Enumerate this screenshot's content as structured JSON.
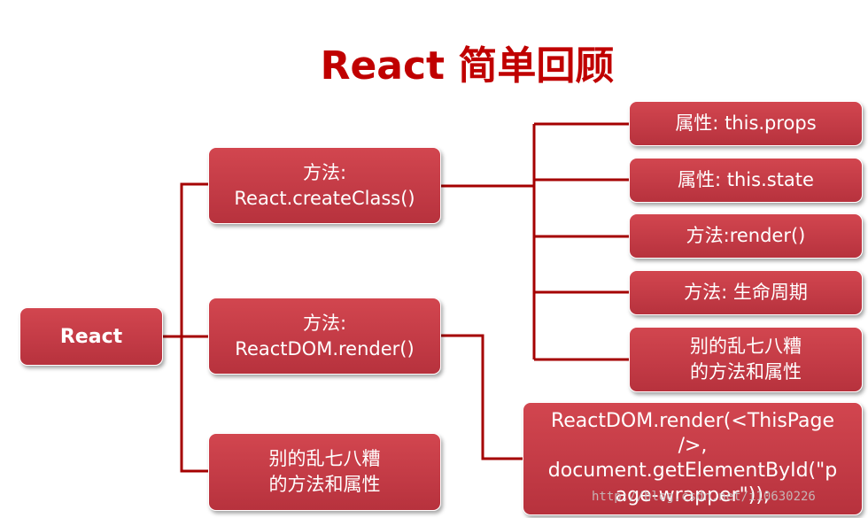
{
  "title": "React 简单回顾",
  "nodes": {
    "root": {
      "lines": [
        "React"
      ]
    },
    "create_class": {
      "lines": [
        "方法:",
        "React.createClass()"
      ]
    },
    "dom_render": {
      "lines": [
        "方法:",
        "ReactDOM.render()"
      ]
    },
    "misc_left": {
      "lines": [
        "别的乱七八糟",
        "的方法和属性"
      ]
    },
    "props": {
      "lines": [
        "属性: this.props"
      ]
    },
    "state": {
      "lines": [
        "属性: this.state"
      ]
    },
    "render": {
      "lines": [
        "方法:render()"
      ]
    },
    "lifecycle": {
      "lines": [
        "方法: 生命周期"
      ]
    },
    "misc_right": {
      "lines": [
        "别的乱七八糟",
        "的方法和属性"
      ]
    },
    "code_example": {
      "lines": [
        "ReactDOM.render(<ThisPage",
        "/>,",
        "document.getElementById(\"p",
        "age-wrapper\"));"
      ]
    }
  },
  "watermark": "http://blog.csdn.net/i10630226",
  "colors": {
    "title": "#c00000",
    "node_fill": "#c23a45",
    "node_border": "#ffffff",
    "connector": "#a50000"
  }
}
